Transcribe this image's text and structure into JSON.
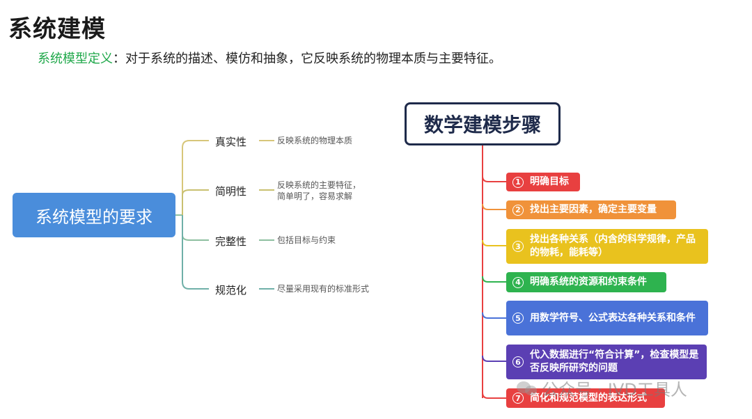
{
  "header": {
    "title": "系统建模",
    "definition_term": "系统模型定义",
    "definition_text": "：对于系统的描述、模仿和抽象，它反映系统的物理本质与主要特征。"
  },
  "requirements": {
    "root": "系统模型的要求",
    "branches": [
      {
        "label": "真实性",
        "desc": [
          "反映系统的物理本质"
        ]
      },
      {
        "label": "简明性",
        "desc": [
          "反映系统的主要特征，",
          "简单明了，容易求解"
        ]
      },
      {
        "label": "完整性",
        "desc": [
          "包括目标与约束"
        ]
      },
      {
        "label": "规范化",
        "desc": [
          "尽量采用现有的标准形式"
        ]
      }
    ]
  },
  "steps": {
    "title": "数学建模步骤",
    "items": [
      {
        "num": "1",
        "text": "明确目标",
        "color": "#e84040"
      },
      {
        "num": "2",
        "text": "找出主要因素，确定主要变量",
        "color": "#f0923a"
      },
      {
        "num": "3",
        "text": "找出各种关系（内含的科学规律，产品的物耗，能耗等）",
        "color": "#e9c21e"
      },
      {
        "num": "4",
        "text": "明确系统的资源和约束条件",
        "color": "#2eb34f"
      },
      {
        "num": "5",
        "text": "用数学符号、公式表达各种关系和条件",
        "color": "#4a72d8"
      },
      {
        "num": "6",
        "text": "代入数据进行“符合计算”，检查模型是否反映所研究的问题",
        "color": "#5b3fb3"
      },
      {
        "num": "7",
        "text": "简化和规范模型的表达形式",
        "color": "#e84040"
      }
    ]
  },
  "watermark": "公众号 · IVD工具人"
}
